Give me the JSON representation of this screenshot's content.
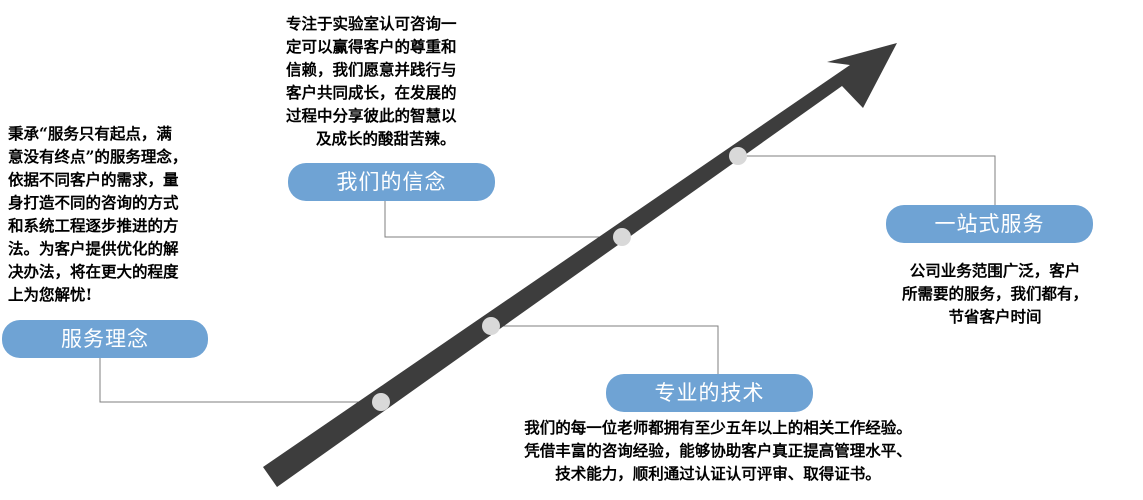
{
  "nodes": {
    "philosophy": {
      "title": "服务理念",
      "lines": [
        "秉承“服务只有起点，满",
        "意没有终点”的服务理念，",
        "依据不同客户的需求，量",
        "身打造不同的咨询的方式",
        "和系统工程逐步推进的方",
        "法。为客户提供优化的解",
        "决办法，将在更大的程度",
        "上为您解忧!"
      ]
    },
    "belief": {
      "title": "我们的信念",
      "lines": [
        "专注于实验室认可咨询一",
        "定可以赢得客户的尊重和",
        "信赖，我们愿意并践行与",
        "客户共同成长，在发展的",
        "过程中分享彼此的智慧以",
        "及成长的酸甜苦辣。"
      ]
    },
    "technology": {
      "title": "专业的技术",
      "lines": [
        "我们的每一位老师都拥有至少五年以上的相关工作经验。",
        "凭借丰富的咨询经验，能够协助客户真正提高管理水平、",
        "技术能力，顺利通过认证认可评审、取得证书。"
      ]
    },
    "onestop": {
      "title": "一站式服务",
      "lines": [
        "公司业务范围广泛，客户",
        "所需要的服务，我们都有，",
        "节省客户时间"
      ]
    }
  },
  "colors": {
    "arrow": "#3d3d3d",
    "pill": "#6fa3d4",
    "dot": "#d9d9d9",
    "connector": "#7f7f7f"
  }
}
